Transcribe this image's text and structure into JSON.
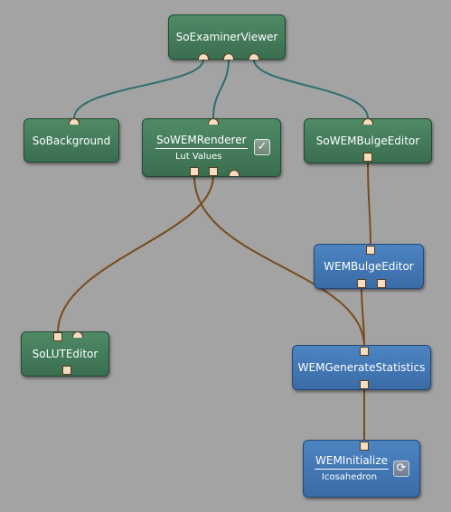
{
  "colors": {
    "background": "#a3a3a3",
    "inventor_module": "#427a5a",
    "ml_module": "#427ab4",
    "inventor_connection": "#2d6e6e",
    "ml_connection": "#7a4a1c"
  },
  "modules": {
    "so_examiner_viewer": {
      "label": "SoExaminerViewer"
    },
    "so_background": {
      "label": "SoBackground"
    },
    "so_wem_renderer": {
      "label": "SoWEMRenderer",
      "sublabel": "Lut Values",
      "checkbox_icon": "checkmark-icon",
      "checked": true
    },
    "so_wem_bulge_editor": {
      "label": "SoWEMBulgeEditor"
    },
    "wem_bulge_editor": {
      "label": "WEMBulgeEditor"
    },
    "so_lut_editor": {
      "label": "SoLUTEditor"
    },
    "wem_generate_statistics": {
      "label": "WEMGenerateStatistics"
    },
    "wem_initialize": {
      "label": "WEMInitialize",
      "sublabel": "Icosahedron",
      "button_icon": "refresh-icon"
    }
  }
}
